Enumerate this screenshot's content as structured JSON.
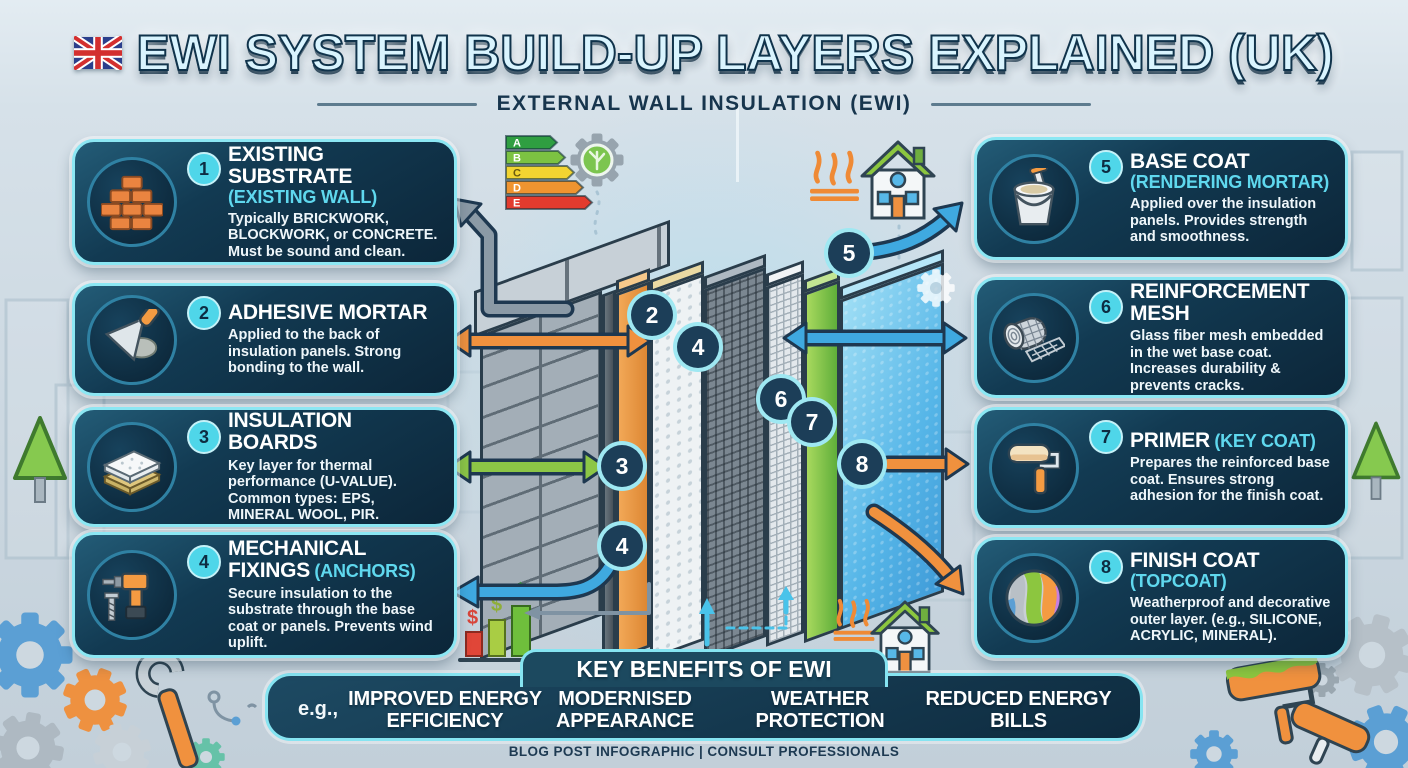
{
  "header": {
    "flag_icon": "uk-flag",
    "title": "EWI SYSTEM BUILD-UP LAYERS EXPLAINED (UK)",
    "subtitle": "EXTERNAL WALL INSULATION (EWI)"
  },
  "left_boxes": [
    {
      "number": "1",
      "title": "EXISTING SUBSTRATE",
      "subtitle": "(EXISTING WALL)",
      "body": "Typically BRICKWORK, BLOCKWORK, or CONCRETE. Must be sound and clean.",
      "icon": "brick-wall-icon"
    },
    {
      "number": "2",
      "title": "ADHESIVE MORTAR",
      "subtitle": "",
      "body": "Applied to the back of insulation panels. Strong bonding to the wall.",
      "icon": "trowel-icon"
    },
    {
      "number": "3",
      "title": "INSULATION BOARDS",
      "subtitle": "",
      "body": "Key layer for thermal performance (U-VALUE). Common types: EPS, MINERAL WOOL, PIR.",
      "icon": "insulation-boards-icon"
    },
    {
      "number": "4",
      "title": "MECHANICAL FIXINGS",
      "subtitle": "(ANCHORS)",
      "body": "Secure insulation to the substrate through the base coat or panels. Prevents wind uplift.",
      "icon": "drill-icon"
    }
  ],
  "right_boxes": [
    {
      "number": "5",
      "title": "BASE COAT",
      "subtitle": "(RENDERING MORTAR)",
      "body": "Applied over the insulation panels. Provides strength and smoothness.",
      "icon": "bucket-icon"
    },
    {
      "number": "6",
      "title": "REINFORCEMENT MESH",
      "subtitle": "",
      "body": "Glass fiber mesh embedded in the wet base coat. Increases durability & prevents cracks.",
      "icon": "mesh-roll-icon"
    },
    {
      "number": "7",
      "title": "PRIMER",
      "subtitle": "(KEY COAT)",
      "body": "Prepares the reinforced base coat. Ensures strong adhesion for the finish coat.",
      "icon": "paint-roller-icon"
    },
    {
      "number": "8",
      "title": "FINISH COAT",
      "subtitle": "(TOPCOAT)",
      "body": "Weatherproof and decorative outer layer. (e.g., SILICONE, ACRYLIC, MINERAL).",
      "icon": "swirl-texture-icon"
    }
  ],
  "diagram": {
    "badges": [
      "2",
      "4",
      "5",
      "6",
      "7",
      "3",
      "4",
      "8"
    ],
    "energy_rating": [
      "A",
      "B",
      "C",
      "D",
      "E"
    ],
    "money_symbols": [
      "$",
      "$",
      "$"
    ]
  },
  "benefits": {
    "tab_title": "KEY BENEFITS OF EWI",
    "prefix": "e.g.,",
    "items": [
      "IMPROVED ENERGY EFFICIENCY",
      "MODERNISED APPEARANCE",
      "WEATHER PROTECTION",
      "REDUCED ENERGY BILLS"
    ]
  },
  "footer": {
    "text": "BLOG POST INFOGRAPHIC | CONSULT PROFESSIONALS"
  },
  "colors": {
    "accent_cyan": "#86e4f1",
    "panel_navy": "#0e2b3f",
    "orange_arrow": "#f0913e",
    "blue_arrow": "#3fa9e0",
    "green_arrow": "#8cc646",
    "grey_arrow": "#8b9aa6",
    "energy_rating": [
      "#2f9e41",
      "#7cc242",
      "#f2d431",
      "#ef9430",
      "#e23b2e"
    ]
  }
}
